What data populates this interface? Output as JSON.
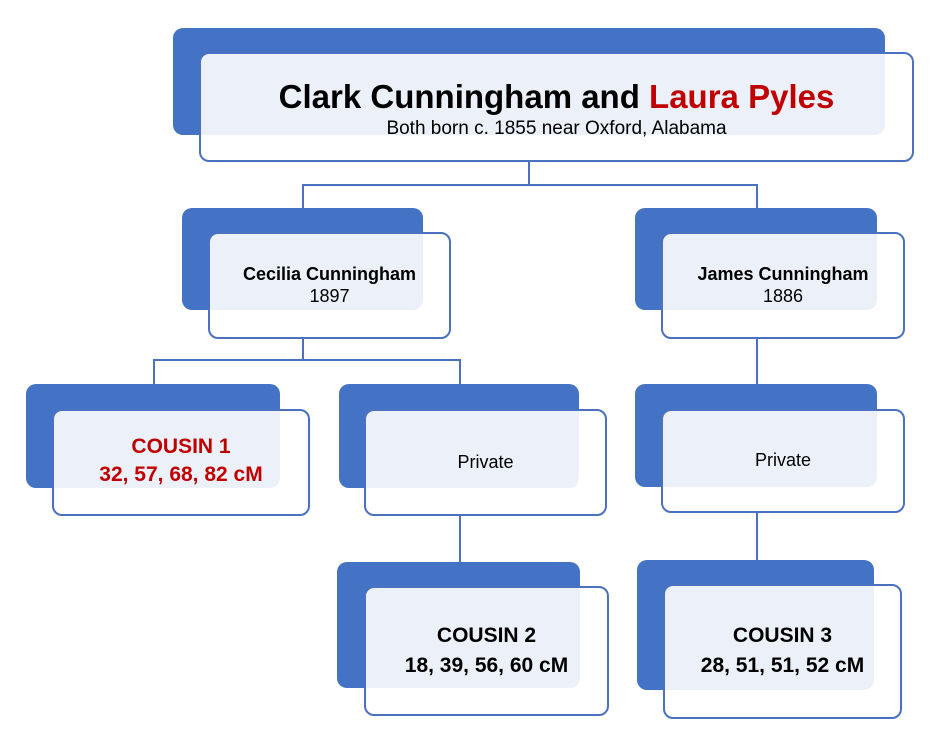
{
  "root": {
    "name_part1": "Clark Cunningham and ",
    "name_part2": "Laura Pyles",
    "subtitle": "Both born c. 1855 near Oxford, Alabama"
  },
  "children": [
    {
      "name": "Cecilia Cunningham",
      "year": "1897"
    },
    {
      "name": "James Cunningham",
      "year": "1886"
    }
  ],
  "grandchildren": [
    {
      "label": "COUSIN 1",
      "cm": "32, 57, 68, 82 cM"
    },
    {
      "label": "Private"
    },
    {
      "label": "Private"
    }
  ],
  "great_grandchildren": [
    {
      "label": "COUSIN 2",
      "cm": "18, 39, 56, 60 cM"
    },
    {
      "label": "COUSIN 3",
      "cm": "28, 51, 51, 52 cM"
    }
  ],
  "colors": {
    "box": "#4472c4",
    "highlight": "#c00000"
  }
}
